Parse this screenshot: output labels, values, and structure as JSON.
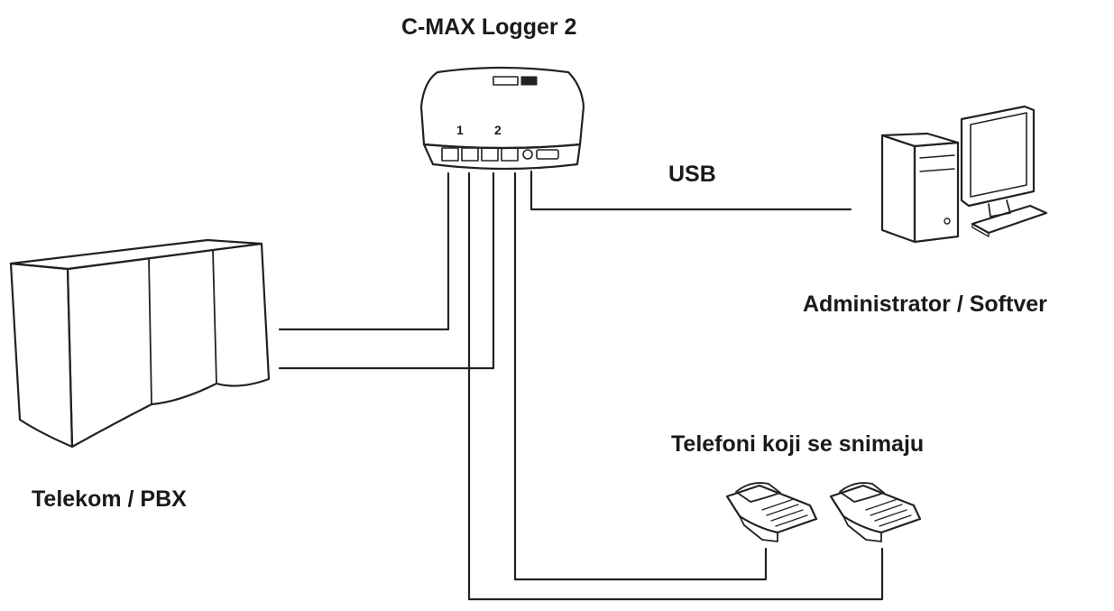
{
  "title": "C-MAX Logger 2",
  "labels": {
    "usb": "USB",
    "administrator": "Administrator / Softver",
    "phones": "Telefoni koji se snimaju",
    "telekom": "Telekom / PBX"
  },
  "device_ports": [
    "1",
    "2"
  ],
  "nodes": [
    {
      "id": "logger",
      "icon": "logger-device-icon"
    },
    {
      "id": "pc",
      "icon": "desktop-computer-icon"
    },
    {
      "id": "pbx",
      "icon": "pbx-cabinet-icon"
    },
    {
      "id": "phone-1",
      "icon": "desk-phone-icon"
    },
    {
      "id": "phone-2",
      "icon": "desk-phone-icon"
    }
  ],
  "connections": [
    {
      "from": "logger",
      "to": "pc",
      "label": "USB"
    },
    {
      "from": "logger",
      "to": "pbx"
    },
    {
      "from": "logger",
      "to": "pbx"
    },
    {
      "from": "logger",
      "to": "phone-1"
    },
    {
      "from": "logger",
      "to": "phone-2"
    }
  ]
}
